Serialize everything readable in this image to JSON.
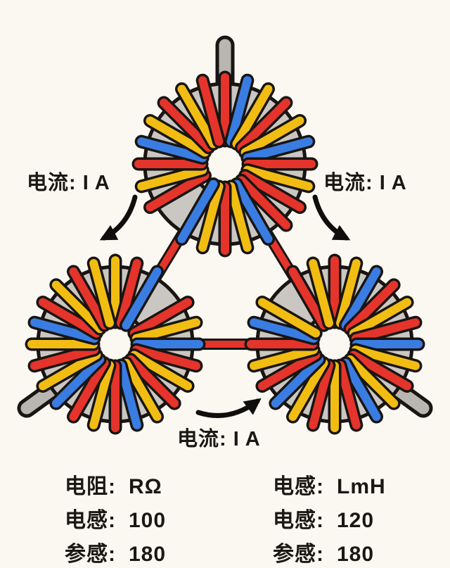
{
  "background": "#fbf8f2",
  "colors": {
    "red": "#e5342b",
    "yellow": "#f2bd13",
    "blue": "#3a7de2",
    "body_gray": "#cac6c2",
    "stub_gray": "#b9b5b1",
    "outline": "#181512",
    "text": "#1b1713",
    "arrow": "#100e0c"
  },
  "labels": {
    "current_left": "电流: I A",
    "current_right": "电流: I A",
    "current_bottom": "电流: I A"
  },
  "specs": {
    "left": [
      {
        "label": "电阻:",
        "value": "RΩ"
      },
      {
        "label": "电感:",
        "value": "100"
      },
      {
        "label": "参感:",
        "value": "180"
      }
    ],
    "right": [
      {
        "label": "电感:",
        "value": "LmH"
      },
      {
        "label": "电感:",
        "value": "120"
      },
      {
        "label": "参感:",
        "value": "180"
      }
    ]
  },
  "toroids": [
    {
      "id": "toroid-top",
      "wires": [
        "R",
        "B",
        "Y",
        "R",
        "Y",
        "B",
        "R",
        "Y",
        "R",
        "R",
        "B",
        "Y",
        "R",
        "Y",
        "B",
        "-",
        "R",
        "Y",
        "R",
        "B",
        "Y",
        "R",
        "Y",
        "R"
      ]
    },
    {
      "id": "toroid-bottom-left",
      "wires": [
        "Y",
        "R",
        "B",
        "-",
        "R",
        "Y",
        "B",
        "R",
        "Y",
        "R",
        "Y",
        "B",
        "R",
        "Y",
        "R",
        "B",
        "Y",
        "R",
        "Y",
        "B",
        "R",
        "Y",
        "R",
        "Y"
      ]
    },
    {
      "id": "toroid-bottom-right",
      "wires": [
        "R",
        "Y",
        "B",
        "R",
        "Y",
        "R",
        "B",
        "Y",
        "R",
        "Y",
        "B",
        "R",
        "Y",
        "R",
        "Y",
        "B",
        "R",
        "Y",
        "R",
        "B",
        "Y",
        "-",
        "R",
        "Y"
      ]
    }
  ]
}
